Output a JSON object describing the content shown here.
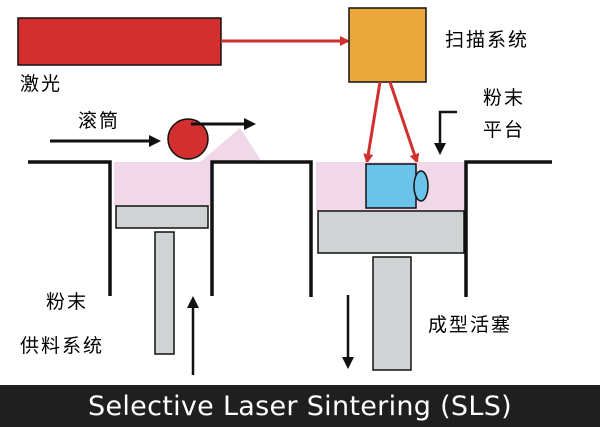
{
  "labels": {
    "laser": "激光",
    "scanner": "扫描系统",
    "roller": "滚筒",
    "powder_platform": [
      "粉末",
      "平台"
    ],
    "powder_feed": [
      "粉末",
      "供料系统"
    ],
    "build_piston": "成型活塞"
  },
  "banner": {
    "title": "Selective Laser Sintering (SLS)"
  },
  "colors": {
    "laser": "#d32f2f",
    "scanner": "#e8a83a",
    "roller": "#d32f2f",
    "powder": "#f0d8e8",
    "piston": "#d0d3d4",
    "part": "#6cc3ea",
    "beam": "#d32f2f",
    "outline": "#111111",
    "banner_bg": "#1f1f1f"
  },
  "icons": {
    "roller_direction": "arrow-right-icon",
    "feed_up": "arrow-up-icon",
    "build_down": "arrow-down-icon",
    "platform_pointer": "arrow-down-icon"
  }
}
